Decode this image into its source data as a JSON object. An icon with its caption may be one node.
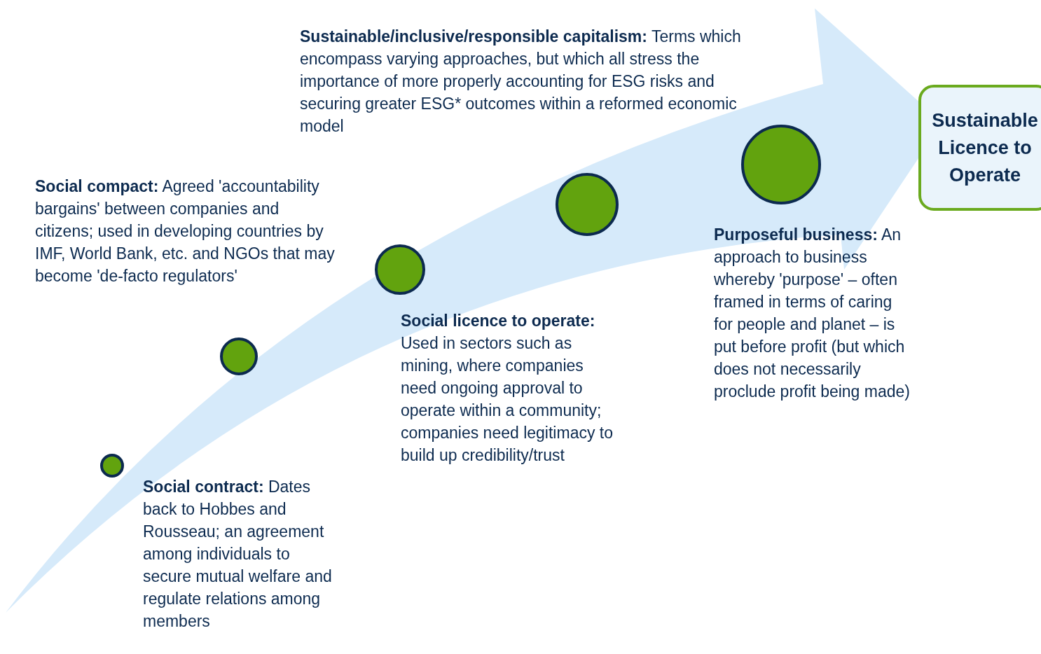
{
  "diagram": {
    "nodes": [
      {
        "text": [],
        "shape": "circle"
      },
      {
        "text": [],
        "shape": "circle"
      },
      {
        "text": [],
        "shape": "circle"
      },
      {
        "text": [],
        "shape": "circle"
      },
      {
        "text": [],
        "shape": "circle"
      },
      {
        "text": [
          "Sustainable Licence to Operate"
        ]
      }
    ],
    "labels": [
      "**Sustainable/inclusive/responsible capitalism:** Terms which encompass varying approaches, but which all stress the importance of more properly accounting for ESG risks and securing greater ESG* outcomes within a reformed economic model",
      "**Social compact:** Agreed 'accountability bargains' between companies and citizens; used in developing countries by IMF, World Bank, etc. and NGOs that may become 'de-facto regulators'",
      "**Social licence to operate:** Used in sectors such as mining, where companies need ongoing approval to operate within a community; companies need legitimacy to build up credibility/trust",
      "**Purposeful business:** An approach to business whereby 'purpose' – often framed in terms of caring for people and planet – is put before profit (but which does not necessarily proclude profit being made)",
      "**Social contract:** Dates back to Hobbes and Rousseau; an agreement among individuals to secure mutual welfare and regulate relations among members"
    ]
  }
}
